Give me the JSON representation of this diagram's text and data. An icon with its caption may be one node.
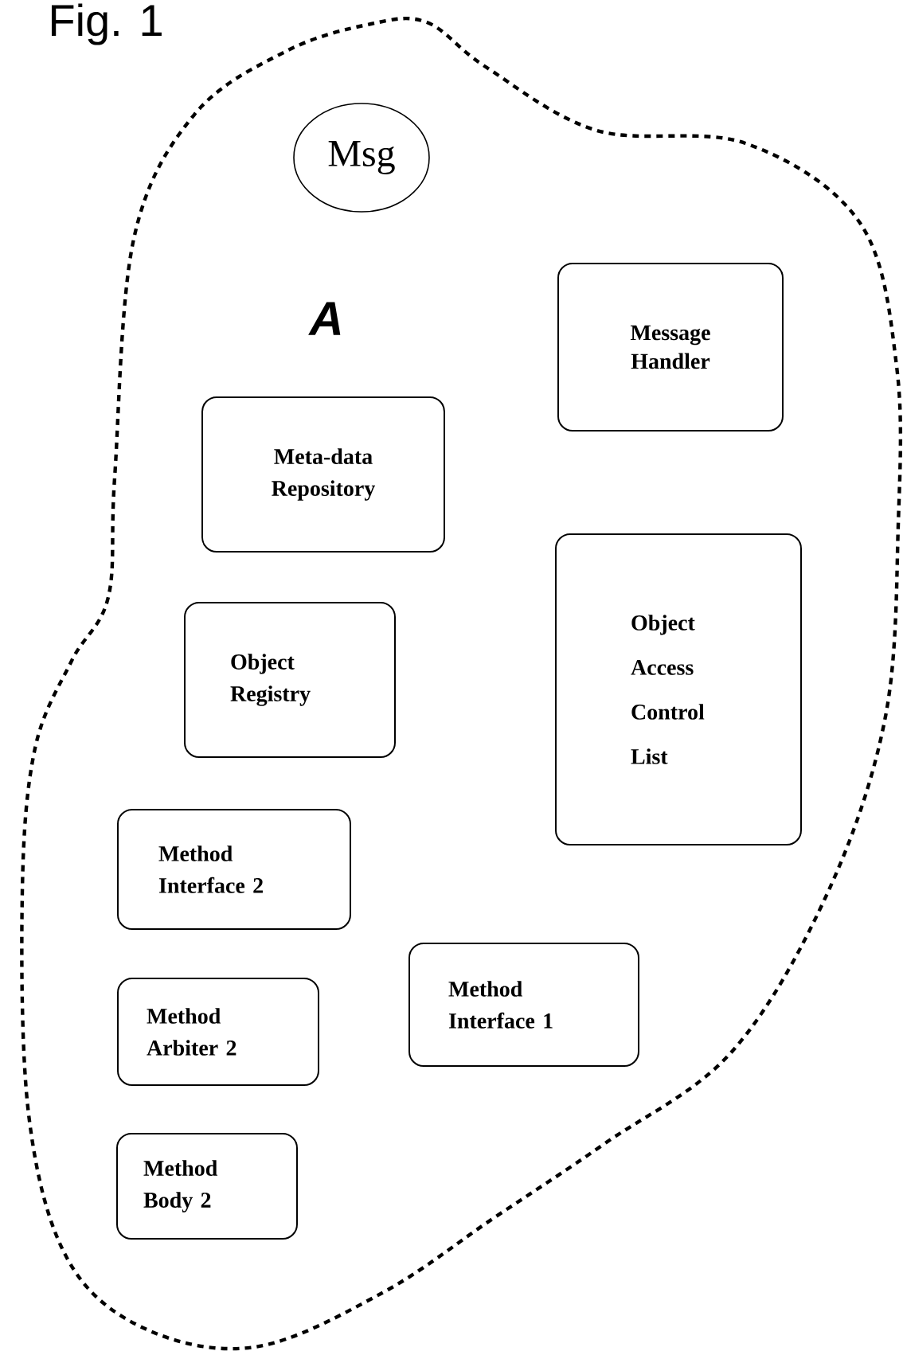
{
  "diagram": {
    "title": "Fig. 1",
    "nodes": [
      {
        "text": [
          "A"
        ]
      },
      {
        "text": [
          "Msg"
        ],
        "in": 0
      },
      {
        "text": [
          "Message Handler"
        ],
        "in": 0
      },
      {
        "text": [
          "Meta-data Repository"
        ],
        "in": 0
      },
      {
        "text": [
          "Object Registry"
        ],
        "in": 0
      },
      {
        "text": [
          "Object Access Control List"
        ],
        "in": 0
      },
      {
        "text": [
          "Method Interface 2"
        ],
        "in": 0
      },
      {
        "text": [
          "Method Interface 1"
        ],
        "in": 0
      },
      {
        "text": [
          "Method Arbiter 2"
        ],
        "in": 0
      },
      {
        "text": [
          "Method Body 2"
        ],
        "in": 0
      }
    ],
    "edges": []
  }
}
